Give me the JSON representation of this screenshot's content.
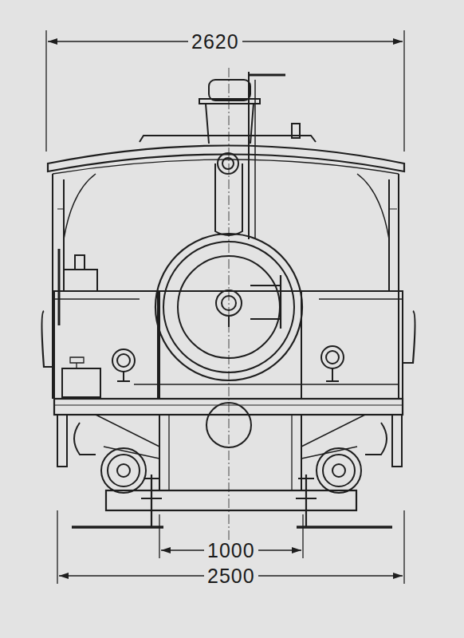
{
  "diagram": {
    "labels": [
      "2620",
      "1000",
      "2500"
    ]
  }
}
